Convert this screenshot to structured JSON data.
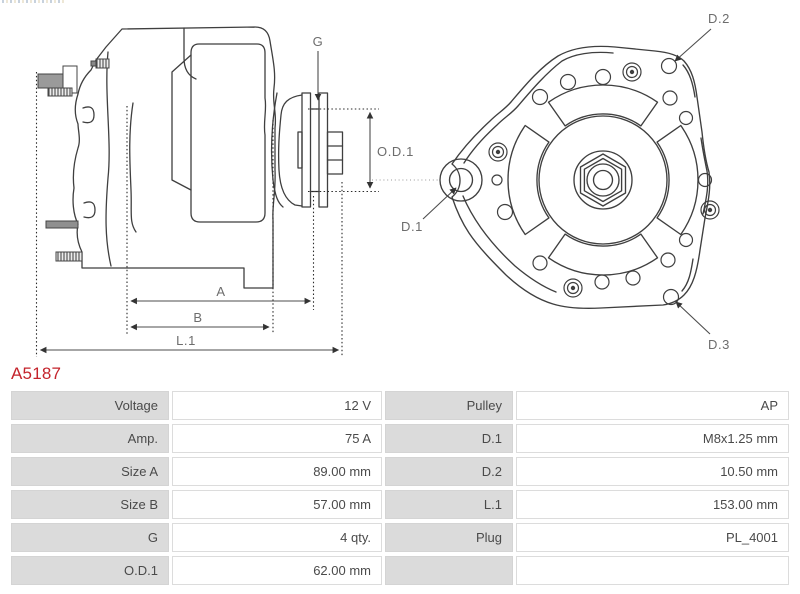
{
  "part_number": "A5187",
  "drawing": {
    "side_view": {
      "dim_g": "G",
      "dim_od1": "O.D.1",
      "dim_a": "A",
      "dim_b": "B",
      "dim_l1": "L.1"
    },
    "front_view": {
      "dim_d1": "D.1",
      "dim_d2": "D.2",
      "dim_d3": "D.3"
    }
  },
  "spec_table": {
    "rows": [
      {
        "label1": "Voltage",
        "value1": "12 V",
        "label2": "Pulley",
        "value2": "AP"
      },
      {
        "label1": "Amp.",
        "value1": "75 A",
        "label2": "D.1",
        "value2": "M8x1.25 mm"
      },
      {
        "label1": "Size A",
        "value1": "89.00 mm",
        "label2": "D.2",
        "value2": "10.50 mm"
      },
      {
        "label1": "Size B",
        "value1": "57.00 mm",
        "label2": "L.1",
        "value2": "153.00 mm"
      },
      {
        "label1": "G",
        "value1": "4 qty.",
        "label2": "Plug",
        "value2": "PL_4001"
      },
      {
        "label1": "O.D.1",
        "value1": "62.00 mm",
        "label2": "",
        "value2": ""
      }
    ]
  },
  "colors": {
    "part_number_red": "#c4232b",
    "label_cell_bg": "#dbdbdb",
    "cell_border": "#dcdcdc",
    "table_text": "#4a4a4a",
    "drawing_line": "#3f3f3f",
    "dimension_label_gray": "#6d6d6d"
  }
}
